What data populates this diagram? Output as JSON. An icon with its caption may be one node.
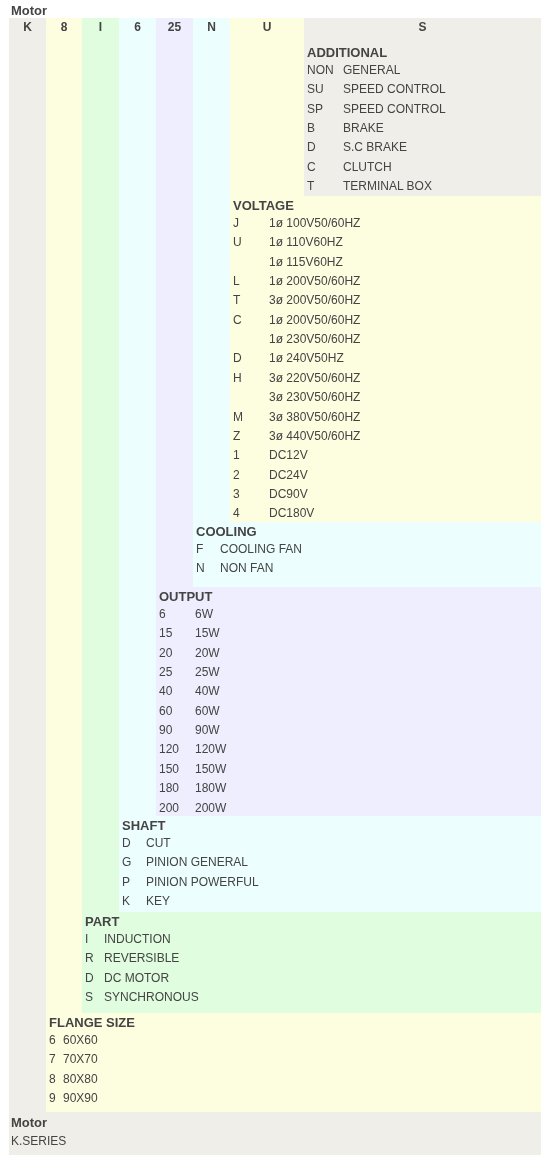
{
  "diagram": {
    "title": "Motor",
    "nodes": [
      {
        "text": [
          "K",
          "Motor",
          "K.SERIES"
        ]
      },
      {
        "text": [
          "8",
          "FLANGE SIZE",
          "6",
          "60X60",
          "7",
          "70X70",
          "8",
          "80X80",
          "9",
          "90X90"
        ]
      },
      {
        "text": [
          "I",
          "PART",
          "I",
          "INDUCTION",
          "R",
          "REVERSIBLE",
          "D",
          "DC MOTOR",
          "S",
          "SYNCHRONOUS"
        ]
      },
      {
        "text": [
          "6",
          "SHAFT",
          "D",
          "CUT",
          "G",
          "PINION GENERAL",
          "P",
          "PINION POWERFUL",
          "K",
          "KEY"
        ]
      },
      {
        "text": [
          "25",
          "OUTPUT",
          "6",
          "6W",
          "15",
          "15W",
          "20",
          "20W",
          "25",
          "25W",
          "40",
          "40W",
          "60",
          "60W",
          "90",
          "90W",
          "120",
          "120W",
          "150",
          "150W",
          "180",
          "180W",
          "200",
          "200W"
        ]
      },
      {
        "text": [
          "N",
          "COOLING",
          "F",
          "COOLING FAN",
          "N",
          "NON FAN"
        ]
      },
      {
        "text": [
          "U",
          "VOLTAGE",
          "J",
          "1ø 100V50/60HZ",
          "U",
          "1ø 110V60HZ",
          "1ø 115V60HZ",
          "L",
          "1ø 200V50/60HZ",
          "T",
          "3ø 200V50/60HZ",
          "C",
          "1ø 200V50/60HZ",
          "1ø 230V50/60HZ",
          "D",
          "1ø 240V50HZ",
          "H",
          "3ø 220V50/60HZ",
          "3ø 230V50/60HZ",
          "M",
          "3ø 380V50/60HZ",
          "Z",
          "3ø 440V50/60HZ",
          "1",
          "DC12V",
          "2",
          "DC24V",
          "3",
          "DC90V",
          "4",
          "DC180V"
        ]
      },
      {
        "text": [
          "S",
          "ADDITIONAL",
          "NON",
          "GENERAL",
          "SU",
          "SPEED CONTROL",
          "SP",
          "SPEED CONTROL",
          "B",
          "BRAKE",
          "D",
          "S.C  BRAKE",
          "C",
          "CLUTCH",
          "T",
          "TERMINAL BOX"
        ]
      }
    ],
    "edges": []
  }
}
